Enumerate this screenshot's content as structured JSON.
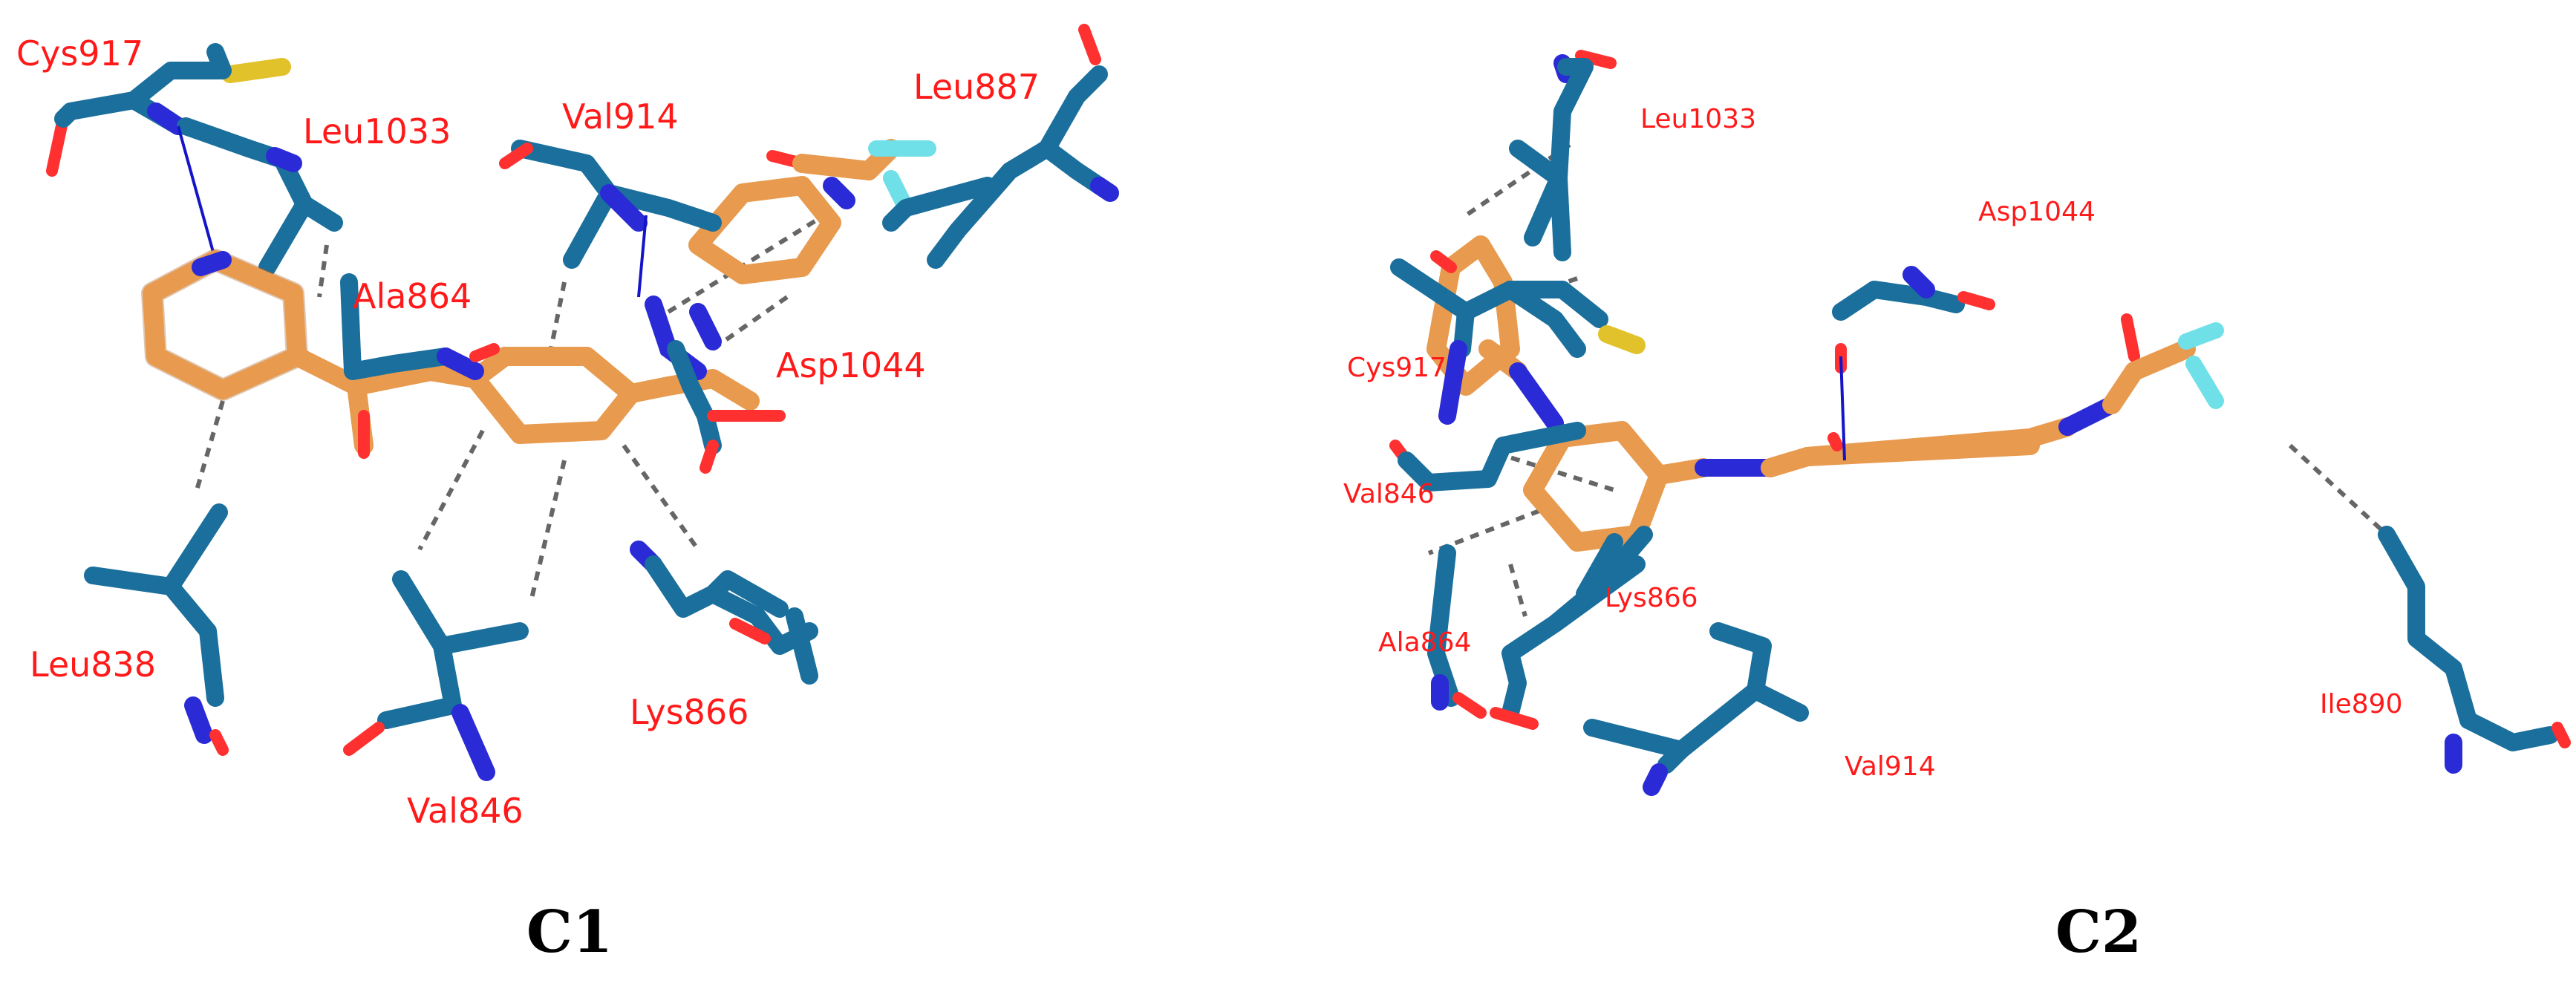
{
  "figure": {
    "panels": [
      {
        "caption": "C1",
        "residue_labels": {
          "cys917": "Cys917",
          "leu1033": "Leu1033",
          "val914": "Val914",
          "leu887": "Leu887",
          "ala864": "Ala864",
          "asp1044": "Asp1044",
          "leu838": "Leu838",
          "val846": "Val846",
          "lys866": "Lys866"
        }
      },
      {
        "caption": "C2",
        "residue_labels": {
          "leu1033": "Leu1033",
          "asp1044": "Asp1044",
          "cys917": "Cys917",
          "val846": "Val846",
          "lys866": "Lys866",
          "ala864": "Ala864",
          "val914": "Val914",
          "ile890": "Ile890"
        }
      }
    ]
  },
  "colors": {
    "label": "#ff1a1a",
    "residue_carbon": "#1b6f9c",
    "ligand_carbon": "#e89a4e",
    "nitrogen": "#2a2ad6",
    "oxygen": "#ff3030",
    "sulfur": "#e2c22a",
    "fluorine": "#6fe0e8",
    "hbond": "#1414c8",
    "hydrophobic": "#666666"
  }
}
